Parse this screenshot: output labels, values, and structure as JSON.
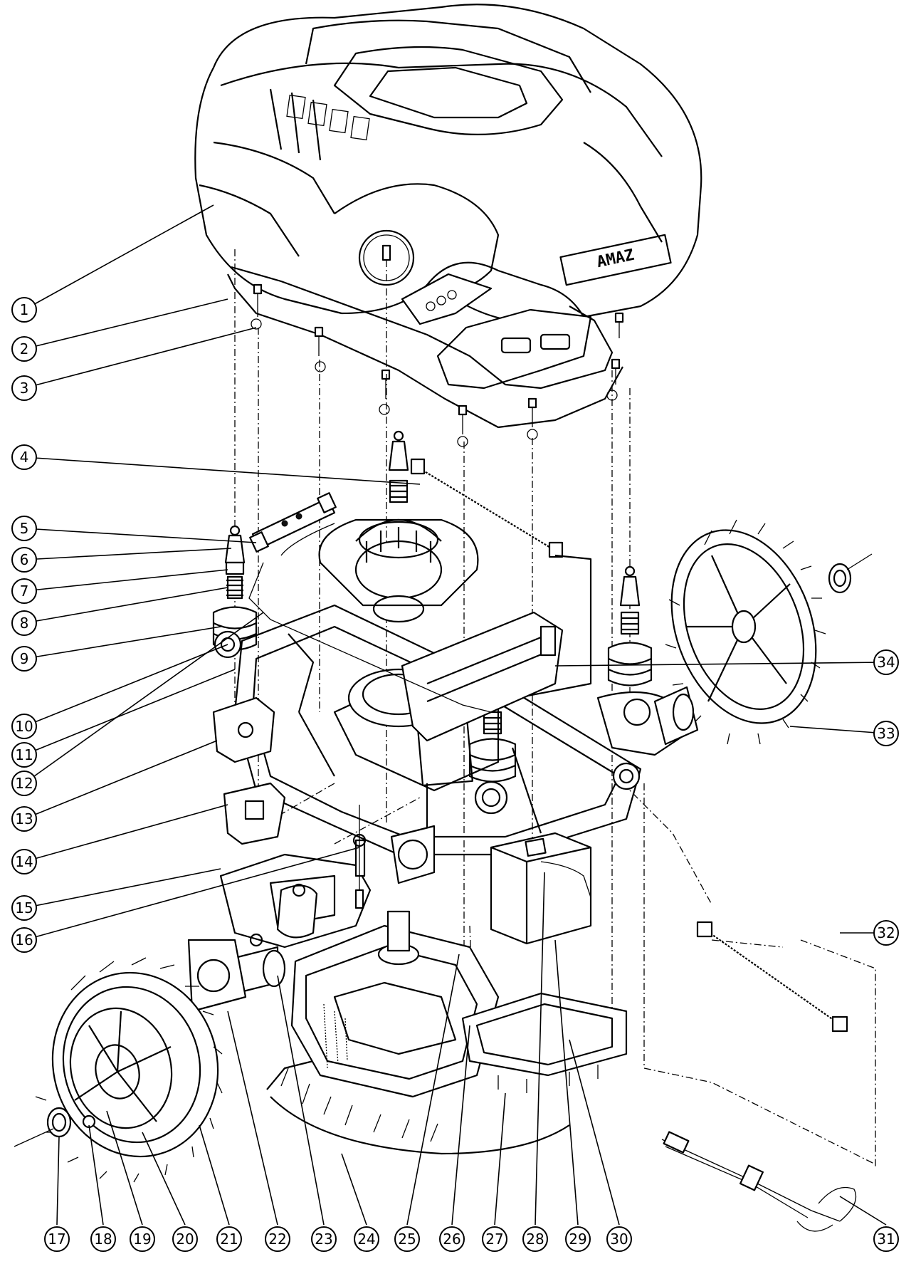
{
  "diagram": {
    "colors": {
      "line": "#000000",
      "background": "#ffffff"
    },
    "callouts": [
      "1",
      "2",
      "3",
      "4",
      "5",
      "6",
      "7",
      "8",
      "9",
      "10",
      "11",
      "12",
      "13",
      "14",
      "15",
      "16",
      "17",
      "18",
      "19",
      "20",
      "21",
      "22",
      "23",
      "24",
      "25",
      "26",
      "27",
      "28",
      "29",
      "30",
      "31",
      "32",
      "33",
      "34"
    ],
    "logo_text": "AMAZ"
  }
}
